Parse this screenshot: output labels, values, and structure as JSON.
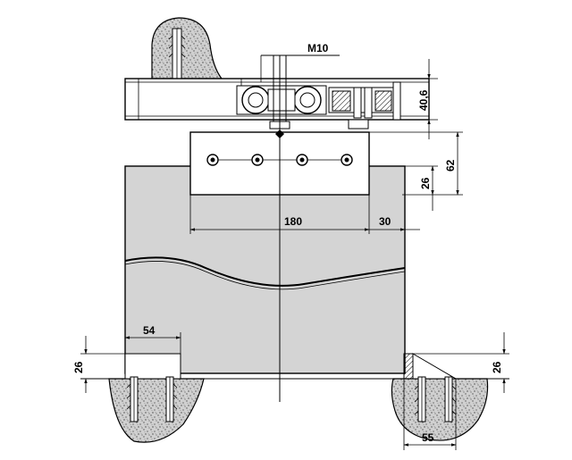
{
  "dimensions": {
    "m10": "M10",
    "d40_6": "40,6",
    "d62": "62",
    "d26_right_upper": "26",
    "d180": "180",
    "d30": "30",
    "d54": "54",
    "d26_left": "26",
    "d26_right": "26",
    "d55": "55"
  },
  "colors": {
    "door_fill": "#d4d4d4",
    "concrete_fill": "#cfcfcf",
    "line": "#000000"
  }
}
